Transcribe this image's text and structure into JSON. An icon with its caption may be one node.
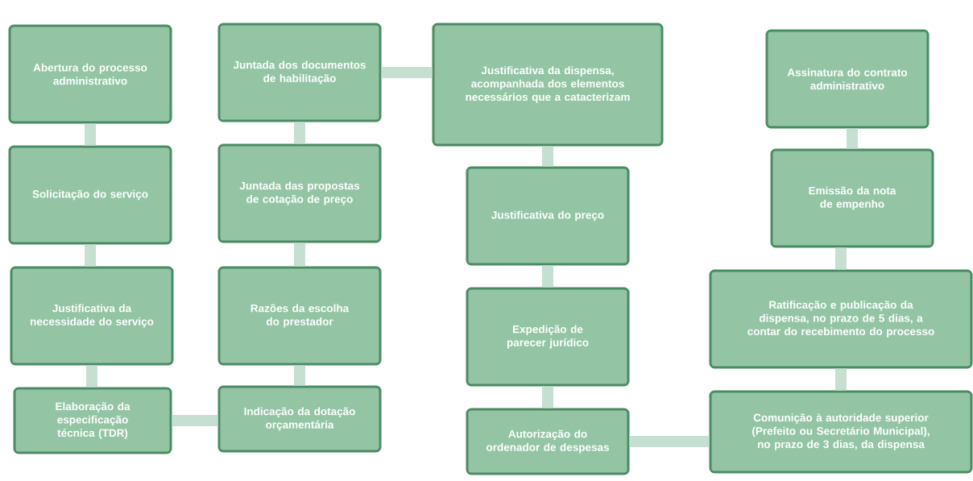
{
  "diagram": {
    "nodes": [
      {
        "text": [
          "Abertura do processo administrativo"
        ]
      },
      {
        "text": [
          "Solicitação do serviço"
        ]
      },
      {
        "text": [
          "Justificativa da necessidade do serviço"
        ]
      },
      {
        "text": [
          "Elaboração da especificação técnica (TDR)"
        ]
      },
      {
        "text": [
          "Juntada dos documentos de habilitação"
        ]
      },
      {
        "text": [
          "Juntada das propostas de cotação de preço"
        ]
      },
      {
        "text": [
          "Razões da escolha do prestador"
        ]
      },
      {
        "text": [
          "Indicação da dotação orçamentária"
        ]
      },
      {
        "text": [
          "Justificativa da dispensa, acompanhada dos elementos necessários que a catacterizam"
        ]
      },
      {
        "text": [
          "Justificativa do preço"
        ]
      },
      {
        "text": [
          "Expedição de parecer jurídico"
        ]
      },
      {
        "text": [
          "Autorização do ordenador de despesas"
        ]
      },
      {
        "text": [
          "Assinatura do contrato administrativo"
        ]
      },
      {
        "text": [
          "Emissão da nota de empenho"
        ]
      },
      {
        "text": [
          "Ratificação e publicação da dispensa, no prazo de 5 dias, a contar do recebimento do processo"
        ]
      },
      {
        "text": [
          "Comunição à autoridade superior (Prefeito ou Secretário Municipal), no prazo de 3 dias, da dispensa"
        ]
      }
    ],
    "edges": [
      {
        "from": 0,
        "to": 1,
        "arrow": "none"
      },
      {
        "from": 1,
        "to": 2,
        "arrow": "none"
      },
      {
        "from": 2,
        "to": 3,
        "arrow": "none"
      },
      {
        "from": 3,
        "to": 7,
        "arrow": "none"
      },
      {
        "from": 7,
        "to": 6,
        "arrow": "none"
      },
      {
        "from": 6,
        "to": 5,
        "arrow": "none"
      },
      {
        "from": 5,
        "to": 4,
        "arrow": "none"
      },
      {
        "from": 4,
        "to": 8,
        "arrow": "none"
      },
      {
        "from": 8,
        "to": 9,
        "arrow": "none"
      },
      {
        "from": 9,
        "to": 10,
        "arrow": "none"
      },
      {
        "from": 10,
        "to": 11,
        "arrow": "none"
      },
      {
        "from": 11,
        "to": 15,
        "arrow": "none"
      },
      {
        "from": 15,
        "to": 14,
        "arrow": "none"
      },
      {
        "from": 14,
        "to": 13,
        "arrow": "none"
      },
      {
        "from": 13,
        "to": 12,
        "arrow": "none"
      }
    ]
  }
}
